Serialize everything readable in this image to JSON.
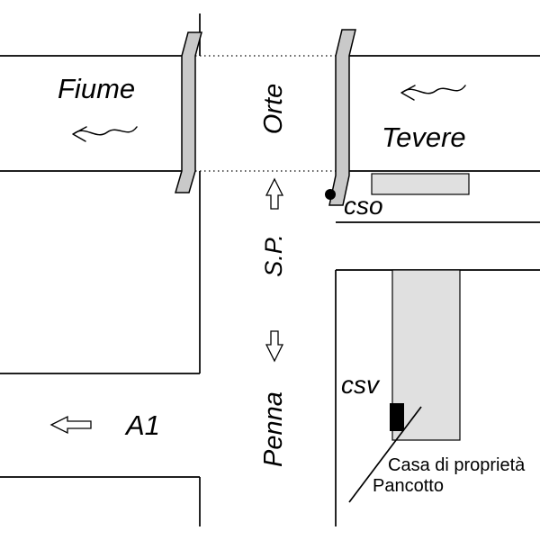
{
  "map": {
    "labels": {
      "fiume": "Fiume",
      "tevere": "Tevere",
      "orte": "Orte",
      "sp": "S.P.",
      "penna": "Penna",
      "a1": "A1",
      "cso": "cso",
      "csv": "csv",
      "casa_line1": "Casa di proprietà",
      "casa_line2": "Pancotto"
    },
    "colors": {
      "background": "#ffffff",
      "line": "#000000",
      "bridge_fill": "#c9c9c9",
      "building_fill": "#e0e0e0",
      "marker_fill": "#000000"
    }
  }
}
